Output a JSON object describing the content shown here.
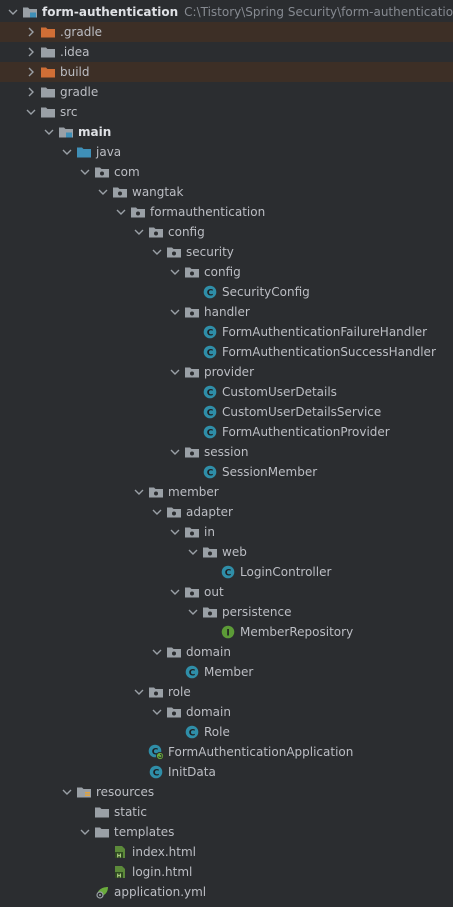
{
  "colors": {
    "background": "#2b2d30",
    "highlight_row": "#3d2f26",
    "folder": "#9aa0a6",
    "folder_excluded": "#cf6e36",
    "folder_source": "#3f8fb7",
    "class_icon": "#2f8ea8",
    "interface_icon": "#5c9b37",
    "text": "#bcbec4",
    "path_text": "#868a91"
  },
  "tree": [
    {
      "label": "form-authentication",
      "path": "C:\\Tistory\\Spring Security\\form-authentication",
      "depth": 0,
      "expanded": true,
      "icon": "module-folder-icon",
      "bold": true
    },
    {
      "label": ".gradle",
      "depth": 1,
      "expanded": false,
      "icon": "excluded-folder-icon",
      "highlight": true
    },
    {
      "label": ".idea",
      "depth": 1,
      "expanded": false,
      "icon": "folder-icon"
    },
    {
      "label": "build",
      "depth": 1,
      "expanded": false,
      "icon": "excluded-folder-icon",
      "highlight": true
    },
    {
      "label": "gradle",
      "depth": 1,
      "expanded": false,
      "icon": "folder-icon"
    },
    {
      "label": "src",
      "depth": 1,
      "expanded": true,
      "icon": "folder-icon"
    },
    {
      "label": "main",
      "depth": 2,
      "expanded": true,
      "icon": "module-folder-icon",
      "bold": true
    },
    {
      "label": "java",
      "depth": 3,
      "expanded": true,
      "icon": "source-folder-icon"
    },
    {
      "label": "com",
      "depth": 4,
      "expanded": true,
      "icon": "package-icon"
    },
    {
      "label": "wangtak",
      "depth": 5,
      "expanded": true,
      "icon": "package-icon"
    },
    {
      "label": "formauthentication",
      "depth": 6,
      "expanded": true,
      "icon": "package-icon"
    },
    {
      "label": "config",
      "depth": 7,
      "expanded": true,
      "icon": "package-icon"
    },
    {
      "label": "security",
      "depth": 8,
      "expanded": true,
      "icon": "package-icon"
    },
    {
      "label": "config",
      "depth": 9,
      "expanded": true,
      "icon": "package-icon"
    },
    {
      "label": "SecurityConfig",
      "depth": 10,
      "icon": "class-icon"
    },
    {
      "label": "handler",
      "depth": 9,
      "expanded": true,
      "icon": "package-icon"
    },
    {
      "label": "FormAuthenticationFailureHandler",
      "depth": 10,
      "icon": "class-icon"
    },
    {
      "label": "FormAuthenticationSuccessHandler",
      "depth": 10,
      "icon": "class-icon"
    },
    {
      "label": "provider",
      "depth": 9,
      "expanded": true,
      "icon": "package-icon"
    },
    {
      "label": "CustomUserDetails",
      "depth": 10,
      "icon": "class-icon"
    },
    {
      "label": "CustomUserDetailsService",
      "depth": 10,
      "icon": "class-icon"
    },
    {
      "label": "FormAuthenticationProvider",
      "depth": 10,
      "icon": "class-icon"
    },
    {
      "label": "session",
      "depth": 9,
      "expanded": true,
      "icon": "package-icon"
    },
    {
      "label": "SessionMember",
      "depth": 10,
      "icon": "class-icon"
    },
    {
      "label": "member",
      "depth": 7,
      "expanded": true,
      "icon": "package-icon"
    },
    {
      "label": "adapter",
      "depth": 8,
      "expanded": true,
      "icon": "package-icon"
    },
    {
      "label": "in",
      "depth": 9,
      "expanded": true,
      "icon": "package-icon"
    },
    {
      "label": "web",
      "depth": 10,
      "expanded": true,
      "icon": "package-icon"
    },
    {
      "label": "LoginController",
      "depth": 11,
      "icon": "class-icon"
    },
    {
      "label": "out",
      "depth": 9,
      "expanded": true,
      "icon": "package-icon"
    },
    {
      "label": "persistence",
      "depth": 10,
      "expanded": true,
      "icon": "package-icon"
    },
    {
      "label": "MemberRepository",
      "depth": 11,
      "icon": "interface-icon"
    },
    {
      "label": "domain",
      "depth": 8,
      "expanded": true,
      "icon": "package-icon"
    },
    {
      "label": "Member",
      "depth": 9,
      "icon": "class-icon"
    },
    {
      "label": "role",
      "depth": 7,
      "expanded": true,
      "icon": "package-icon"
    },
    {
      "label": "domain",
      "depth": 8,
      "expanded": true,
      "icon": "package-icon"
    },
    {
      "label": "Role",
      "depth": 9,
      "icon": "class-icon"
    },
    {
      "label": "FormAuthenticationApplication",
      "depth": 7,
      "icon": "spring-boot-class-icon"
    },
    {
      "label": "InitData",
      "depth": 7,
      "icon": "class-icon"
    },
    {
      "label": "resources",
      "depth": 3,
      "expanded": true,
      "icon": "resources-folder-icon"
    },
    {
      "label": "static",
      "depth": 4,
      "icon": "folder-icon"
    },
    {
      "label": "templates",
      "depth": 4,
      "expanded": true,
      "icon": "folder-icon"
    },
    {
      "label": "index.html",
      "depth": 5,
      "icon": "html-file-icon"
    },
    {
      "label": "login.html",
      "depth": 5,
      "icon": "html-file-icon"
    },
    {
      "label": "application.yml",
      "depth": 4,
      "icon": "yml-file-icon"
    }
  ]
}
